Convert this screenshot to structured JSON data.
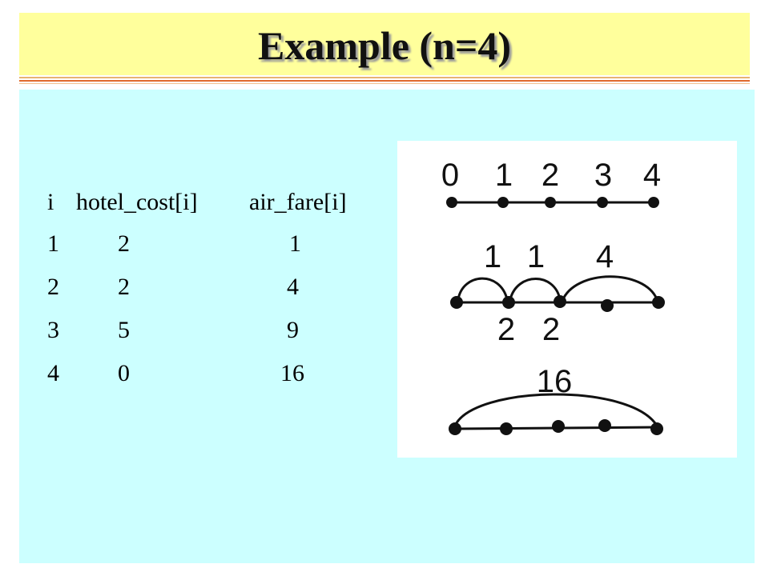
{
  "title": "Example (n=4)",
  "table": {
    "headers": [
      "i",
      "hotel_cost[i]",
      "air_fare[i]"
    ],
    "rows": [
      [
        "1",
        "2",
        "1"
      ],
      [
        "2",
        "2",
        "4"
      ],
      [
        "3",
        "5",
        "9"
      ],
      [
        "4",
        "0",
        "16"
      ]
    ]
  },
  "diagram": {
    "stop_labels": [
      "0",
      "1",
      "2",
      "3",
      "4"
    ],
    "row2_arc_labels": [
      "1",
      "1",
      "4"
    ],
    "row2_hotel_labels": [
      "2",
      "2"
    ],
    "row3_arc_label": "16"
  },
  "colors": {
    "title_background": "#ffff9c",
    "content_background": "#ccffff",
    "figure_background": "#ffffff"
  }
}
